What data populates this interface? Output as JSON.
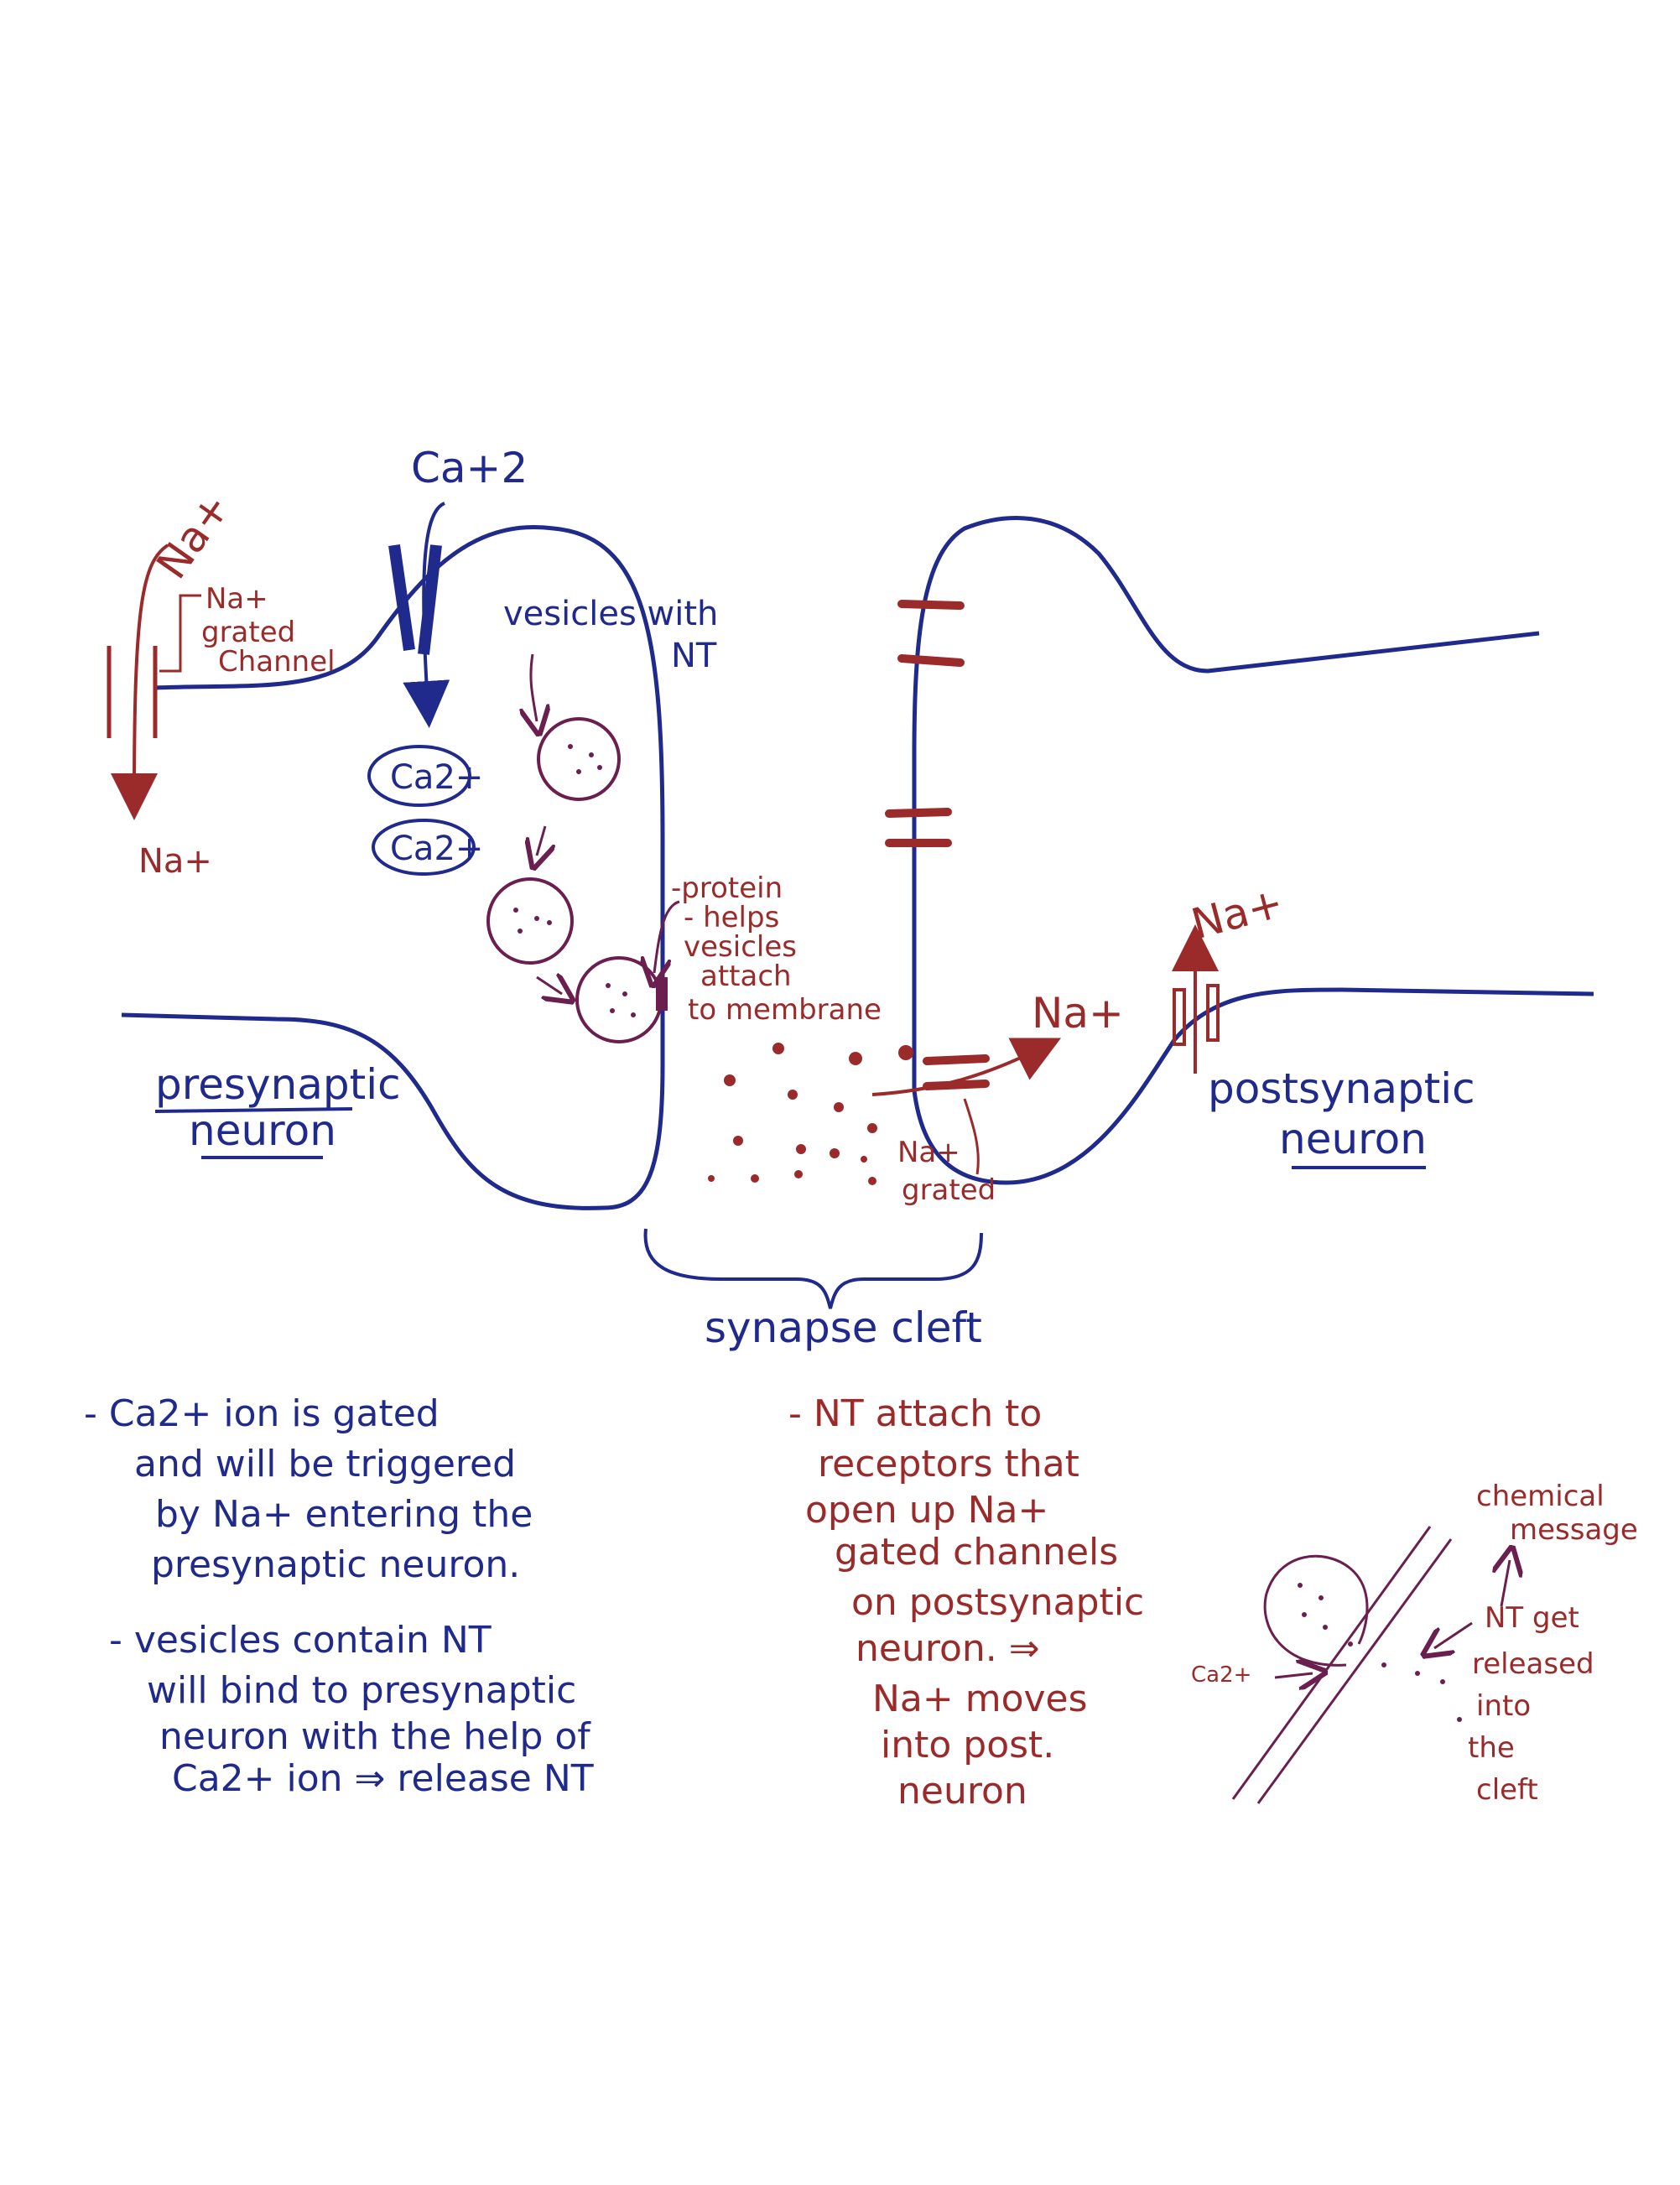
{
  "colors": {
    "blue": "#1f2a8c",
    "red": "#9b2a2a",
    "purple": "#6b1f4f"
  },
  "labels": {
    "ca_top": "Ca+2",
    "na_top_left": "Na+",
    "na_gated_channel": [
      "Na+",
      "grated",
      "Channel"
    ],
    "na_bottom_left": "Na+",
    "vesicles_with_nt": [
      "vesicles with",
      "NT"
    ],
    "ca_ion_1": "Ca2+",
    "ca_ion_2": "Ca2+",
    "protein_note": [
      "-protein",
      "- helps",
      "vesicles",
      "attach",
      "to membrane"
    ],
    "na_cleft": "Na+",
    "na_gated_cleft": [
      "Na+",
      "grated"
    ],
    "na_post": "Na+",
    "presynaptic_neuron": [
      "presynaptic",
      "neuron"
    ],
    "postsynaptic_neuron": [
      "postsynaptic",
      "neuron"
    ],
    "synapse_cleft": "synapse cleft"
  },
  "notes_left": [
    "- Ca2+ ion is gated",
    "and will be triggered",
    "by Na+ entering the",
    "presynaptic neuron.",
    "- vesicles contain NT",
    "will bind to presynaptic",
    "neuron with the help of",
    "Ca2+ ion ⇒ release NT"
  ],
  "notes_middle": [
    "- NT attach to",
    "receptors that",
    "open up Na+",
    "gated channels",
    "on postsynaptic",
    "neuron. ⇒",
    "Na+ moves",
    "into post.",
    "neuron"
  ],
  "inset": {
    "chemical_message": [
      "chemical",
      "message"
    ],
    "nt_released": [
      "NT get",
      "released",
      "into",
      "the",
      "cleft"
    ],
    "ca_label": "Ca2+"
  }
}
